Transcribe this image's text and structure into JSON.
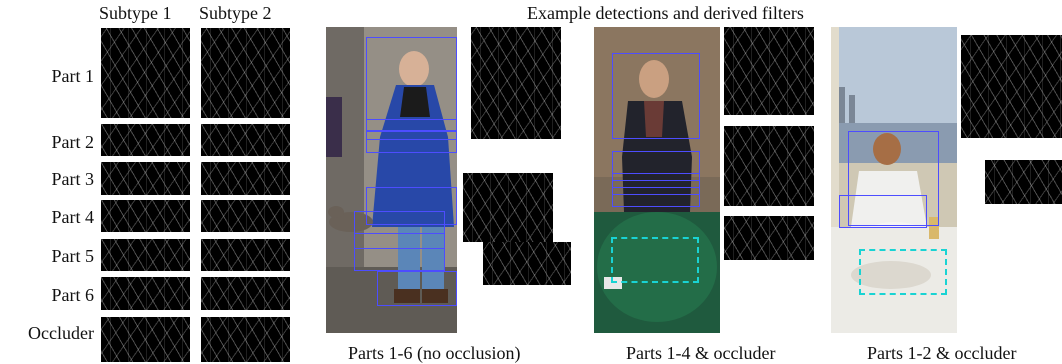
{
  "columns": {
    "subtype1": "Subtype 1",
    "subtype2": "Subtype 2"
  },
  "heading": "Example detections and derived filters",
  "parts": [
    "Part 1",
    "Part 2",
    "Part 3",
    "Part 4",
    "Part 5",
    "Part 6",
    "Occluder"
  ],
  "captions": {
    "c1": "Parts 1-6 (no occlusion)",
    "c2": "Parts 1-4 & occluder",
    "c3": "Parts 1-2 & occluder"
  },
  "colors": {
    "part_box": "#4d4dff",
    "occluder_box": "#19d3d3"
  }
}
